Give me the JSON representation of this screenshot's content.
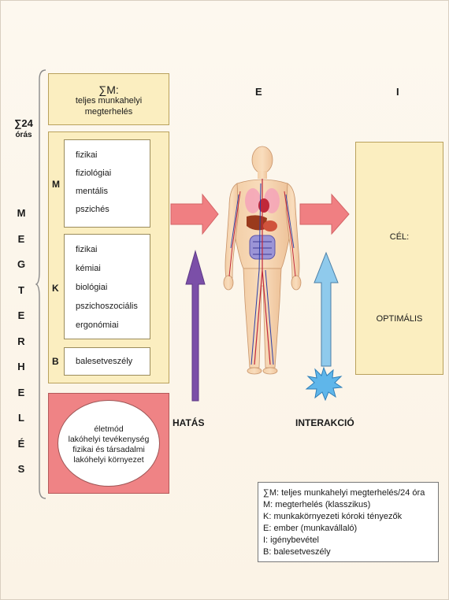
{
  "workload_total": {
    "symbol": "∑M:",
    "line1": "teljes munkahelyi",
    "line2": "megterhelés"
  },
  "sum24": {
    "symbol": "∑24",
    "sub": "órás"
  },
  "vertical_word": [
    "M",
    "E",
    "G",
    "T",
    "E",
    "R",
    "H",
    "E",
    "L",
    "É",
    "S"
  ],
  "m_group": {
    "label": "M",
    "items": [
      "fizikai",
      "fiziológiai",
      "mentális",
      "pszichés"
    ]
  },
  "k_group": {
    "label": "K",
    "items": [
      "fizikai",
      "kémiai",
      "biológiai",
      "pszichoszociális",
      "ergonómiai"
    ]
  },
  "b_group": {
    "label": "B",
    "items": [
      "balesetveszély"
    ]
  },
  "lifestyle": {
    "lines": [
      "életmód",
      "lakóhelyi tevékenység",
      "fizikai és társadalmi",
      "lakóhelyi környezet"
    ]
  },
  "columns": {
    "e": "E",
    "i": "I"
  },
  "goal": {
    "line1": "CÉL:",
    "line2": "OPTIMÁLIS"
  },
  "arrows": {
    "hatas": "HATÁS",
    "interakcio": "INTERAKCIÓ"
  },
  "legend": {
    "lines": [
      "∑M: teljes munkahelyi megterhelés/24 óra",
      "M: megterhelés (klasszikus)",
      "K: munkakörnyezeti kóroki tényezők",
      "E: ember (munkavállaló)",
      "I: igénybevétel",
      "B: balesetveszély"
    ]
  },
  "colors": {
    "panel_yellow": "#fbeec0",
    "panel_red": "#ef8385",
    "arrow_pink": "#f07f82",
    "arrow_purple": "#7b4fa8",
    "arrow_blue": "#8fcaec",
    "burst_blue": "#5fb6ea"
  },
  "icons": {
    "human_body": "human-anatomy-figure",
    "burst": "star-burst"
  }
}
